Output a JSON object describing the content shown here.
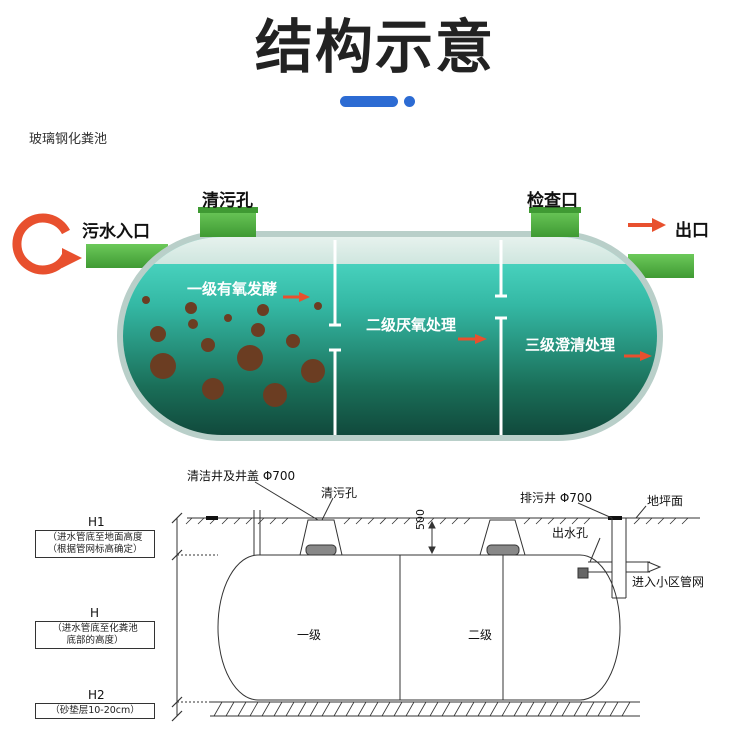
{
  "header": {
    "title": "结构示意",
    "subtitle": "玻璃钢化粪池"
  },
  "top_diagram": {
    "inlet_label": "污水入口",
    "cleanout_label": "清污孔",
    "inspection_label": "检查口",
    "outlet_label": "出口",
    "stage1": "一级有氧发酵",
    "stage2": "二级厌氧处理",
    "stage3": "三级澄清处理"
  },
  "bottom_diagram": {
    "manhole_label": "清洁井及井盖 Φ700",
    "cleanout_label": "清污孔",
    "drain_well_label": "排污井 Φ700",
    "ground_label": "地坪面",
    "outlet_hole_label": "出水孔",
    "network_label": "进入小区管网",
    "depth_value": "500",
    "chamber1": "一级",
    "chamber2": "二级",
    "h1_title": "H1",
    "h1_desc_line1": "（进水管底至地面高度",
    "h1_desc_line2": "（根据管网标高确定）",
    "h_title": "H",
    "h_desc_line1": "（进水管底至化粪池",
    "h_desc_line2": "底部的高度）",
    "h2_title": "H2",
    "h2_desc": "（砂垫层10-20cm）"
  },
  "colors": {
    "accent_blue": "#2c6bd3",
    "pipe_green": "#52b043",
    "arrow_red": "#e8502e",
    "water_teal": "#3fd0c0",
    "water_dark": "#145a48",
    "sludge_brown": "#6b3d22"
  }
}
